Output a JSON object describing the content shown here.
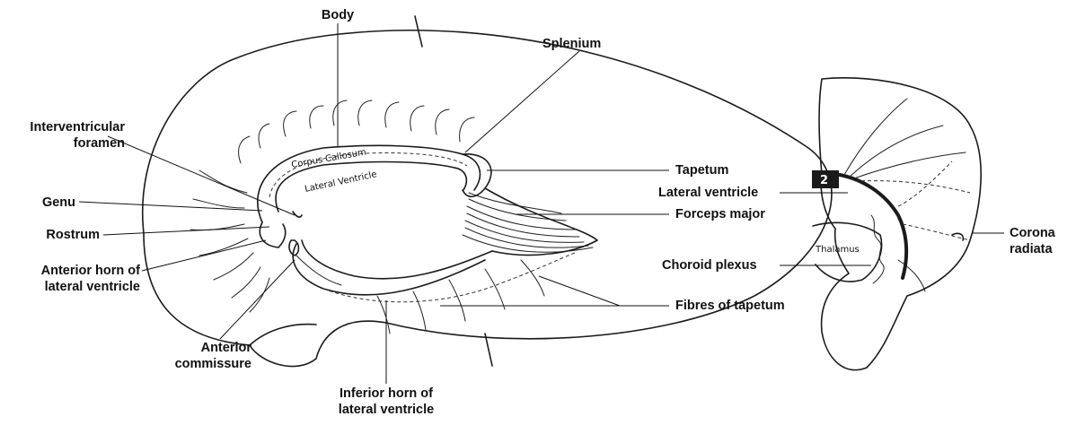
{
  "labels": {
    "body": "Body",
    "splenium": "Splenium",
    "interventricular_foramen": [
      "Interventricular",
      "foramen"
    ],
    "genu": "Genu",
    "rostrum": "Rostrum",
    "anterior_horn": [
      "Anterior horn of",
      "lateral ventricle"
    ],
    "anterior_commissure": [
      "Anterior",
      "commissure"
    ],
    "inferior_horn": [
      "Inferior horn of",
      "lateral ventricle"
    ],
    "tapetum": "Tapetum",
    "lateral_ventricle": "Lateral ventricle",
    "forceps_major": "Forceps major",
    "choroid_plexus": "Choroid plexus",
    "fibres_of_tapetum": "Fibres of tapetum",
    "corona_radiata": [
      "Corona",
      "radiata"
    ]
  },
  "inner_labels": {
    "corpus_callosum": "Corpus Callosum",
    "lateral_ventricle": "Lateral Ventricle",
    "thalamus": "Thalamus",
    "section_number": "2"
  }
}
